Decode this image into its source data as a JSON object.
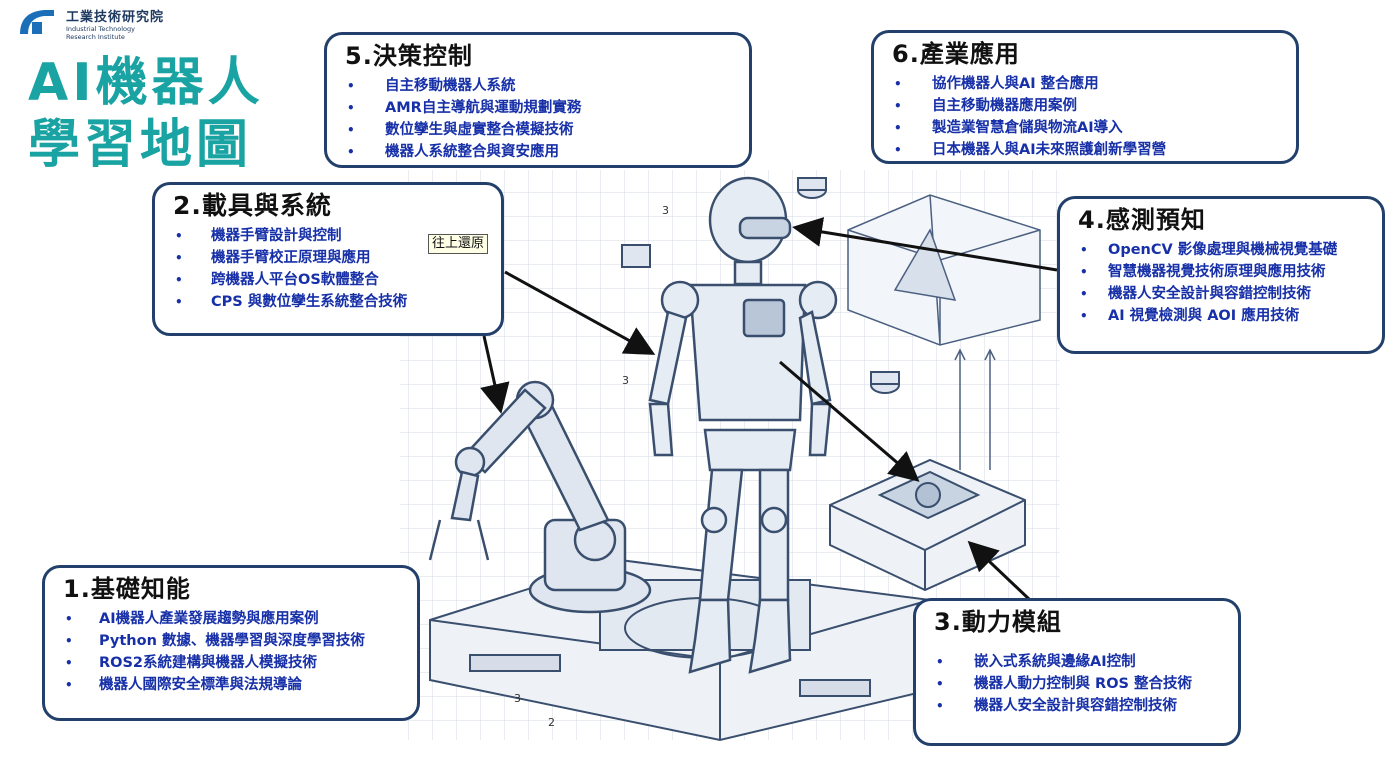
{
  "logo": {
    "name_zh": "工業技術研究院",
    "name_en_line1": "Industrial Technology",
    "name_en_line2": "Research Institute"
  },
  "title": {
    "line1": "AI機器人",
    "line2": "學習地圖"
  },
  "colors": {
    "title": "#1aa3a3",
    "box_border": "#22406b",
    "item_text": "#1730a8"
  },
  "tooltip": "往上還原",
  "boxes": {
    "b5": {
      "title": "5.決策控制",
      "items": [
        "自主移動機器人系統",
        "AMR自主導航與運動規劃實務",
        "數位孿生與虛實整合模擬技術",
        "機器人系統整合與資安應用"
      ]
    },
    "b6": {
      "title": "6.產業應用",
      "items": [
        "協作機器人與AI 整合應用",
        "自主移動機器應用案例",
        "製造業智慧倉儲與物流AI導入",
        "日本機器人與AI未來照護創新學習營"
      ]
    },
    "b2": {
      "title": "2.載具與系統",
      "items": [
        "機器手臂設計與控制",
        "機器手臂校正原理與應用",
        "跨機器人平台OS軟體整合",
        "CPS 與數位孿生系統整合技術"
      ]
    },
    "b4": {
      "title": "4.感測預知",
      "items": [
        "OpenCV 影像處理與機械視覺基礎",
        "智慧機器視覺技術原理與應用技術",
        "機器人安全設計與容錯控制技術",
        "AI 視覺檢測與 AOI 應用技術"
      ]
    },
    "b1": {
      "title": "1.基礎知能",
      "items": [
        "AI機器人產業發展趨勢與應用案例",
        "Python 數據、機器學習與深度學習技術",
        "ROS2系統建構與機器人模擬技術",
        "機器人國際安全標準與法規導論"
      ]
    },
    "b3": {
      "title": "3.動力模組",
      "items": [
        "嵌入式系統與邊緣AI控制",
        "機器人動力控制與 ROS 整合技術",
        "機器人安全設計與容錯控制技術"
      ]
    }
  },
  "sketch_labels": {
    "n1": "3",
    "n2": "3",
    "n3": "3",
    "n4": "2"
  }
}
